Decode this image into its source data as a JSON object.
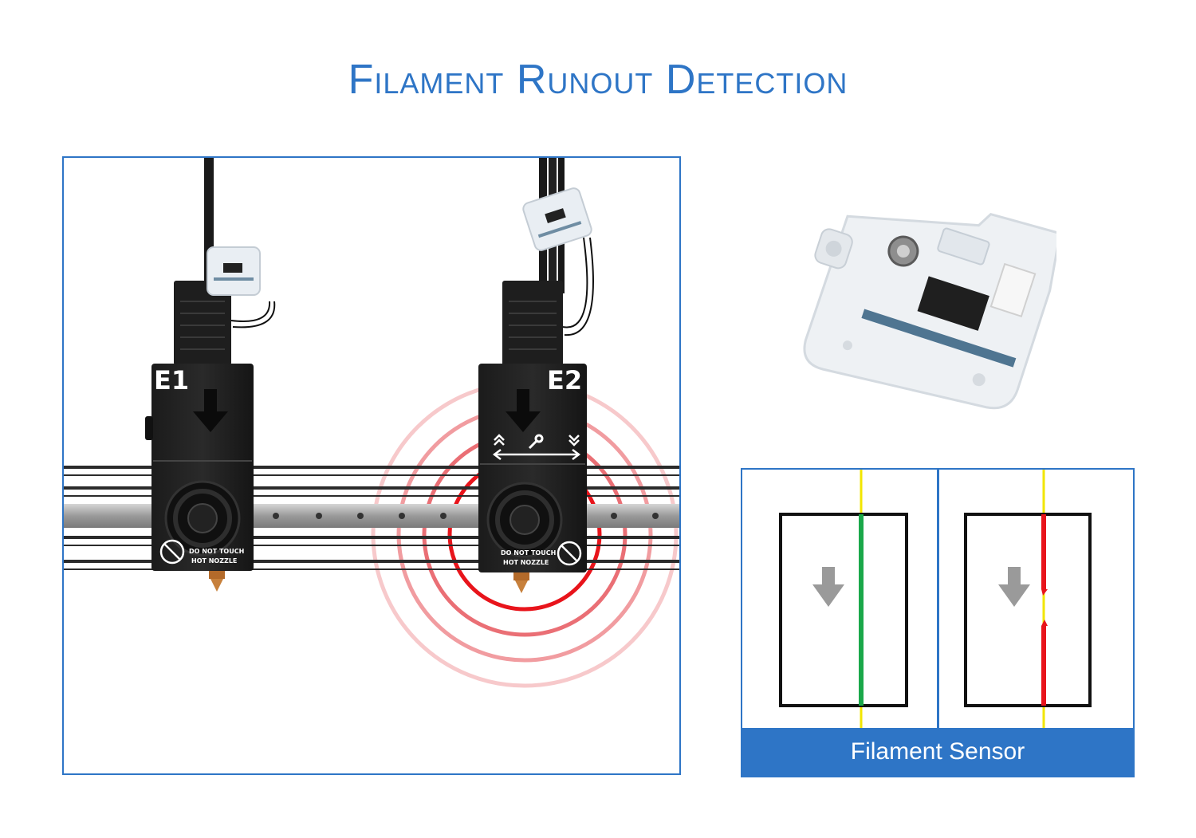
{
  "title": "Filament Runout Detection",
  "extruders": [
    {
      "label": "E1",
      "warning_line1": "DO NOT TOUCH",
      "warning_line2": "HOT NOZZLE"
    },
    {
      "label": "E2",
      "warning_line1": "DO NOT TOUCH",
      "warning_line2": "HOT NOZZLE"
    }
  ],
  "sensor_caption": "Filament Sensor",
  "colors": {
    "accent": "#2e75c6",
    "filament_present": "#1aa84a",
    "filament_runout": "#e8141b",
    "guide_line": "#f2e600",
    "alert_rings": "#e8141b"
  },
  "icons": [
    "arrow-down-icon",
    "wrench-icon",
    "no-touch-hand-icon",
    "double-arrow-icon"
  ]
}
